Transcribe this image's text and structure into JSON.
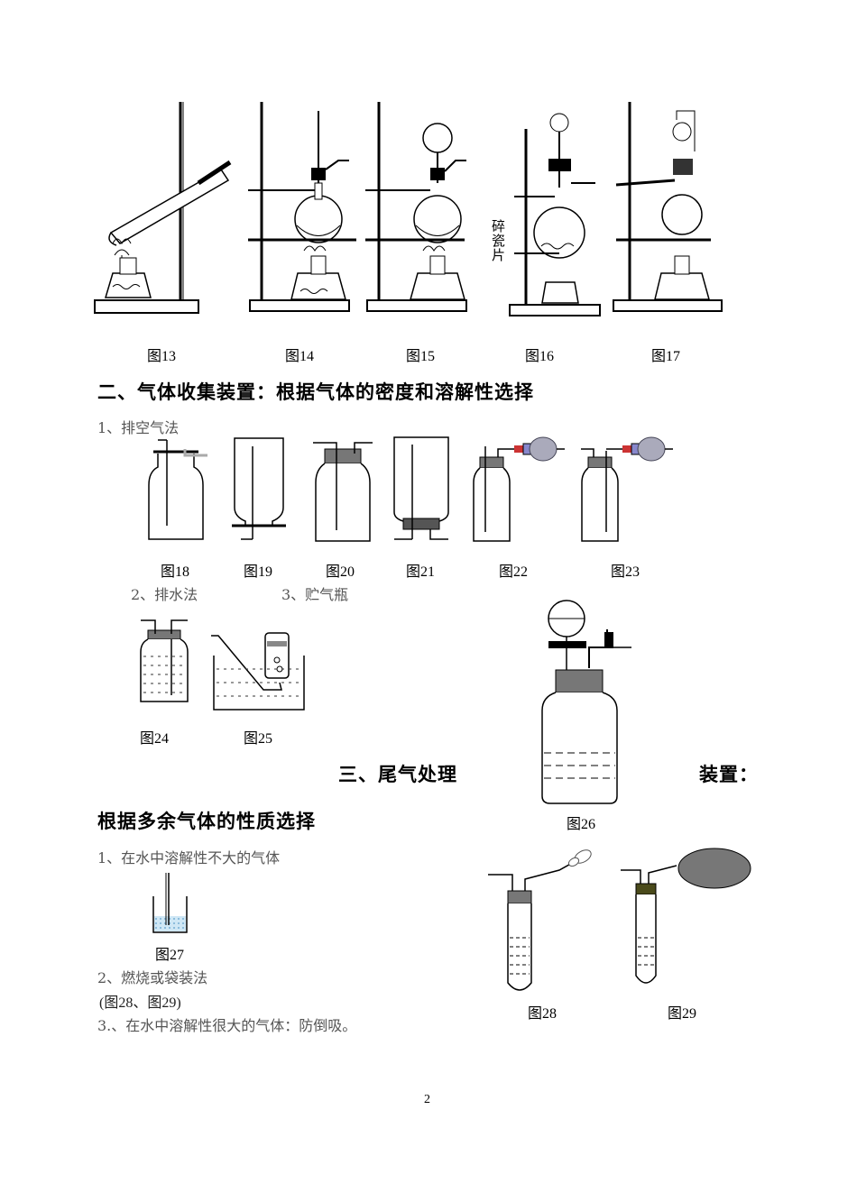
{
  "top_figure_captions": [
    "图13",
    "图14",
    "图15",
    "图16",
    "图17"
  ],
  "fig16_label": "碎瓷片",
  "section2": {
    "heading": "二、气体收集装置：根据气体的密度和溶解性选择",
    "method1": "1、排空气法",
    "captions": [
      "图18",
      "图19",
      "图20",
      "图21",
      "图22",
      "图23"
    ],
    "method2": "2、排水法",
    "method3": "3、贮气瓶",
    "captions_water": [
      "图24",
      "图25"
    ],
    "caption_store": "图26"
  },
  "section3": {
    "heading_part1": "三、尾气处理",
    "heading_part2": "装置：",
    "heading_line2": "根据多余气体的性质选择",
    "item1": "1、在水中溶解性不大的气体",
    "caption27": "图27",
    "item2": "2、燃烧或袋装法",
    "item2_ref": "(图28、图29)",
    "item3": "3.、在水中溶解性很大的气体：防倒吸。",
    "caption28": "图28",
    "caption29": "图29"
  },
  "page_number": "2"
}
